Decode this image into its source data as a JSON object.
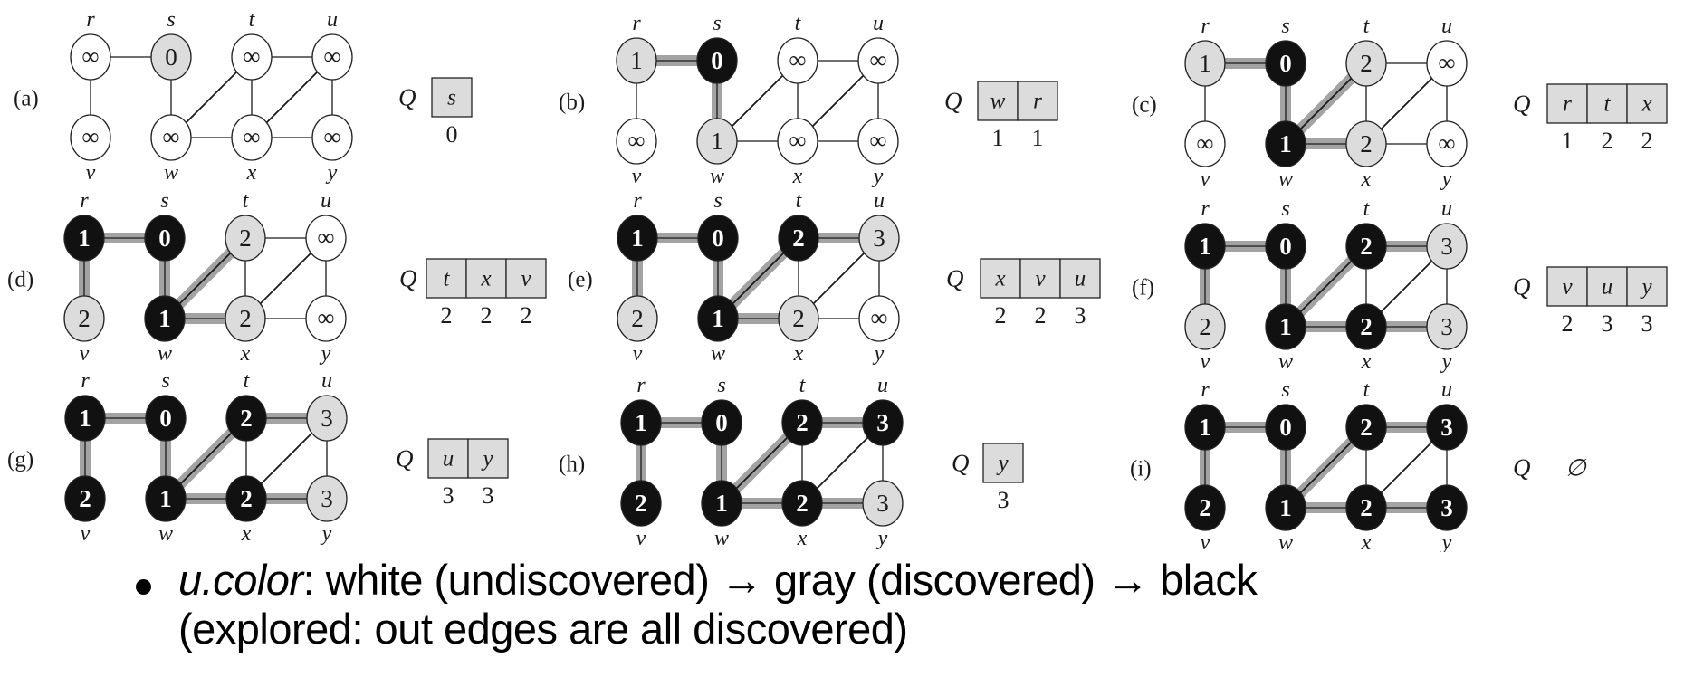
{
  "figure": {
    "vertices": [
      "r",
      "s",
      "t",
      "u",
      "v",
      "w",
      "x",
      "y"
    ],
    "edges": [
      [
        "r",
        "s"
      ],
      [
        "r",
        "v"
      ],
      [
        "s",
        "w"
      ],
      [
        "w",
        "t"
      ],
      [
        "w",
        "x"
      ],
      [
        "t",
        "x"
      ],
      [
        "t",
        "u"
      ],
      [
        "x",
        "u"
      ],
      [
        "x",
        "y"
      ],
      [
        "u",
        "y"
      ]
    ],
    "queue_label": "Q",
    "empty_queue_symbol": "∅",
    "infinity_symbol": "∞",
    "colors": {
      "white": "#ffffff",
      "gray": "#dcdcdc",
      "black": "#111111",
      "tree_edge_band": "#a3a3a3",
      "edge": "#1a1a1a"
    },
    "panels": [
      {
        "label": "(a)",
        "nodes": {
          "r": [
            "white",
            null
          ],
          "s": [
            "gray",
            0
          ],
          "t": [
            "white",
            null
          ],
          "u": [
            "white",
            null
          ],
          "v": [
            "white",
            null
          ],
          "w": [
            "white",
            null
          ],
          "x": [
            "white",
            null
          ],
          "y": [
            "white",
            null
          ]
        },
        "tree_edges": [],
        "queue": [
          {
            "v": "s",
            "d": "0"
          }
        ]
      },
      {
        "label": "(b)",
        "nodes": {
          "r": [
            "gray",
            1
          ],
          "s": [
            "black",
            0
          ],
          "t": [
            "white",
            null
          ],
          "u": [
            "white",
            null
          ],
          "v": [
            "white",
            null
          ],
          "w": [
            "gray",
            1
          ],
          "x": [
            "white",
            null
          ],
          "y": [
            "white",
            null
          ]
        },
        "tree_edges": [
          [
            "r",
            "s"
          ],
          [
            "s",
            "w"
          ]
        ],
        "queue": [
          {
            "v": "w",
            "d": "1"
          },
          {
            "v": "r",
            "d": "1"
          }
        ]
      },
      {
        "label": "(c)",
        "nodes": {
          "r": [
            "gray",
            1
          ],
          "s": [
            "black",
            0
          ],
          "t": [
            "gray",
            2
          ],
          "u": [
            "white",
            null
          ],
          "v": [
            "white",
            null
          ],
          "w": [
            "black",
            1
          ],
          "x": [
            "gray",
            2
          ],
          "y": [
            "white",
            null
          ]
        },
        "tree_edges": [
          [
            "r",
            "s"
          ],
          [
            "s",
            "w"
          ],
          [
            "w",
            "t"
          ],
          [
            "w",
            "x"
          ]
        ],
        "queue": [
          {
            "v": "r",
            "d": "1"
          },
          {
            "v": "t",
            "d": "2"
          },
          {
            "v": "x",
            "d": "2"
          }
        ]
      },
      {
        "label": "(d)",
        "nodes": {
          "r": [
            "black",
            1
          ],
          "s": [
            "black",
            0
          ],
          "t": [
            "gray",
            2
          ],
          "u": [
            "white",
            null
          ],
          "v": [
            "gray",
            2
          ],
          "w": [
            "black",
            1
          ],
          "x": [
            "gray",
            2
          ],
          "y": [
            "white",
            null
          ]
        },
        "tree_edges": [
          [
            "r",
            "s"
          ],
          [
            "s",
            "w"
          ],
          [
            "w",
            "t"
          ],
          [
            "w",
            "x"
          ],
          [
            "r",
            "v"
          ]
        ],
        "queue": [
          {
            "v": "t",
            "d": "2"
          },
          {
            "v": "x",
            "d": "2"
          },
          {
            "v": "v",
            "d": "2"
          }
        ]
      },
      {
        "label": "(e)",
        "nodes": {
          "r": [
            "black",
            1
          ],
          "s": [
            "black",
            0
          ],
          "t": [
            "black",
            2
          ],
          "u": [
            "gray",
            3
          ],
          "v": [
            "gray",
            2
          ],
          "w": [
            "black",
            1
          ],
          "x": [
            "gray",
            2
          ],
          "y": [
            "white",
            null
          ]
        },
        "tree_edges": [
          [
            "r",
            "s"
          ],
          [
            "s",
            "w"
          ],
          [
            "w",
            "t"
          ],
          [
            "w",
            "x"
          ],
          [
            "r",
            "v"
          ],
          [
            "t",
            "u"
          ]
        ],
        "queue": [
          {
            "v": "x",
            "d": "2"
          },
          {
            "v": "v",
            "d": "2"
          },
          {
            "v": "u",
            "d": "3"
          }
        ]
      },
      {
        "label": "(f)",
        "nodes": {
          "r": [
            "black",
            1
          ],
          "s": [
            "black",
            0
          ],
          "t": [
            "black",
            2
          ],
          "u": [
            "gray",
            3
          ],
          "v": [
            "gray",
            2
          ],
          "w": [
            "black",
            1
          ],
          "x": [
            "black",
            2
          ],
          "y": [
            "gray",
            3
          ]
        },
        "tree_edges": [
          [
            "r",
            "s"
          ],
          [
            "s",
            "w"
          ],
          [
            "w",
            "t"
          ],
          [
            "w",
            "x"
          ],
          [
            "r",
            "v"
          ],
          [
            "t",
            "u"
          ],
          [
            "x",
            "y"
          ]
        ],
        "queue": [
          {
            "v": "v",
            "d": "2"
          },
          {
            "v": "u",
            "d": "3"
          },
          {
            "v": "y",
            "d": "3"
          }
        ]
      },
      {
        "label": "(g)",
        "nodes": {
          "r": [
            "black",
            1
          ],
          "s": [
            "black",
            0
          ],
          "t": [
            "black",
            2
          ],
          "u": [
            "gray",
            3
          ],
          "v": [
            "black",
            2
          ],
          "w": [
            "black",
            1
          ],
          "x": [
            "black",
            2
          ],
          "y": [
            "gray",
            3
          ]
        },
        "tree_edges": [
          [
            "r",
            "s"
          ],
          [
            "s",
            "w"
          ],
          [
            "w",
            "t"
          ],
          [
            "w",
            "x"
          ],
          [
            "r",
            "v"
          ],
          [
            "t",
            "u"
          ],
          [
            "x",
            "y"
          ]
        ],
        "queue": [
          {
            "v": "u",
            "d": "3"
          },
          {
            "v": "y",
            "d": "3"
          }
        ]
      },
      {
        "label": "(h)",
        "nodes": {
          "r": [
            "black",
            1
          ],
          "s": [
            "black",
            0
          ],
          "t": [
            "black",
            2
          ],
          "u": [
            "black",
            3
          ],
          "v": [
            "black",
            2
          ],
          "w": [
            "black",
            1
          ],
          "x": [
            "black",
            2
          ],
          "y": [
            "gray",
            3
          ]
        },
        "tree_edges": [
          [
            "r",
            "s"
          ],
          [
            "s",
            "w"
          ],
          [
            "w",
            "t"
          ],
          [
            "w",
            "x"
          ],
          [
            "r",
            "v"
          ],
          [
            "t",
            "u"
          ],
          [
            "x",
            "y"
          ]
        ],
        "queue": [
          {
            "v": "y",
            "d": "3"
          }
        ]
      },
      {
        "label": "(i)",
        "nodes": {
          "r": [
            "black",
            1
          ],
          "s": [
            "black",
            0
          ],
          "t": [
            "black",
            2
          ],
          "u": [
            "black",
            3
          ],
          "v": [
            "black",
            2
          ],
          "w": [
            "black",
            1
          ],
          "x": [
            "black",
            2
          ],
          "y": [
            "black",
            3
          ]
        },
        "tree_edges": [
          [
            "r",
            "s"
          ],
          [
            "s",
            "w"
          ],
          [
            "w",
            "t"
          ],
          [
            "w",
            "x"
          ],
          [
            "r",
            "v"
          ],
          [
            "t",
            "u"
          ],
          [
            "x",
            "y"
          ]
        ],
        "queue": []
      }
    ]
  },
  "bullet": {
    "term": "u.color",
    "line1_rest": ": white (undiscovered) → gray (discovered) → black",
    "line2": "(explored: out edges are all discovered)"
  }
}
